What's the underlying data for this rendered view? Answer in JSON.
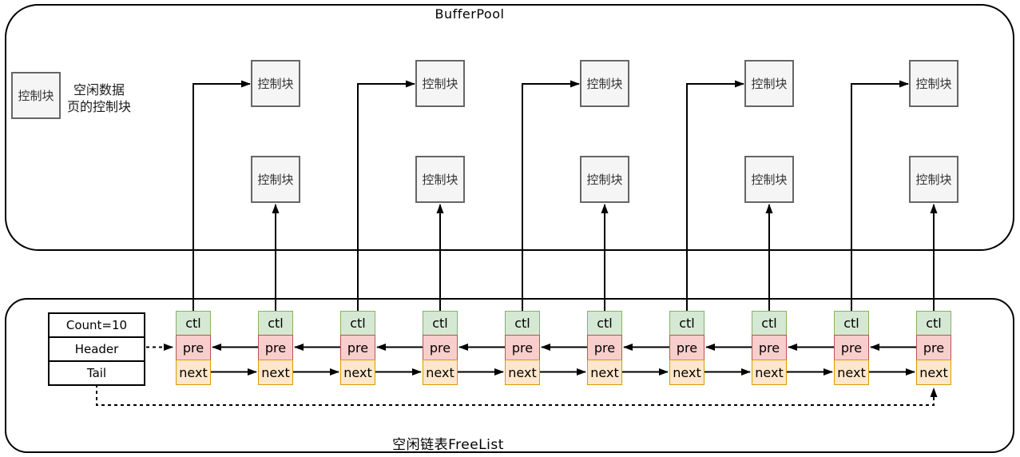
{
  "bufferpool": {
    "title": "BufferPool",
    "legend": {
      "box_label": "控制块",
      "caption_lines": [
        "空闲数据",
        "页的控制块"
      ]
    },
    "top_blocks": [
      "控制块",
      "控制块",
      "控制块",
      "控制块",
      "控制块"
    ],
    "bottom_blocks": [
      "控制块",
      "控制块",
      "控制块",
      "控制块",
      "控制块"
    ]
  },
  "freelist": {
    "title": "空闲链表FreeList",
    "pointer_table": {
      "rows": [
        "Count=10",
        "Header",
        "Tail"
      ]
    },
    "nodes": [
      {
        "ctl": "ctl",
        "pre": "pre",
        "next": "next"
      },
      {
        "ctl": "ctl",
        "pre": "pre",
        "next": "next"
      },
      {
        "ctl": "ctl",
        "pre": "pre",
        "next": "next"
      },
      {
        "ctl": "ctl",
        "pre": "pre",
        "next": "next"
      },
      {
        "ctl": "ctl",
        "pre": "pre",
        "next": "next"
      },
      {
        "ctl": "ctl",
        "pre": "pre",
        "next": "next"
      },
      {
        "ctl": "ctl",
        "pre": "pre",
        "next": "next"
      },
      {
        "ctl": "ctl",
        "pre": "pre",
        "next": "next"
      },
      {
        "ctl": "ctl",
        "pre": "pre",
        "next": "next"
      },
      {
        "ctl": "ctl",
        "pre": "pre",
        "next": "next"
      }
    ]
  },
  "colors": {
    "ctl_fill": "#d5e8d4",
    "ctl_border": "#82b366",
    "pre_fill": "#f8cecc",
    "pre_border": "#b85450",
    "next_fill": "#ffe6cc",
    "next_border": "#d79b00",
    "block_fill": "#f5f5f5",
    "block_border": "#666666",
    "line": "#000000"
  }
}
